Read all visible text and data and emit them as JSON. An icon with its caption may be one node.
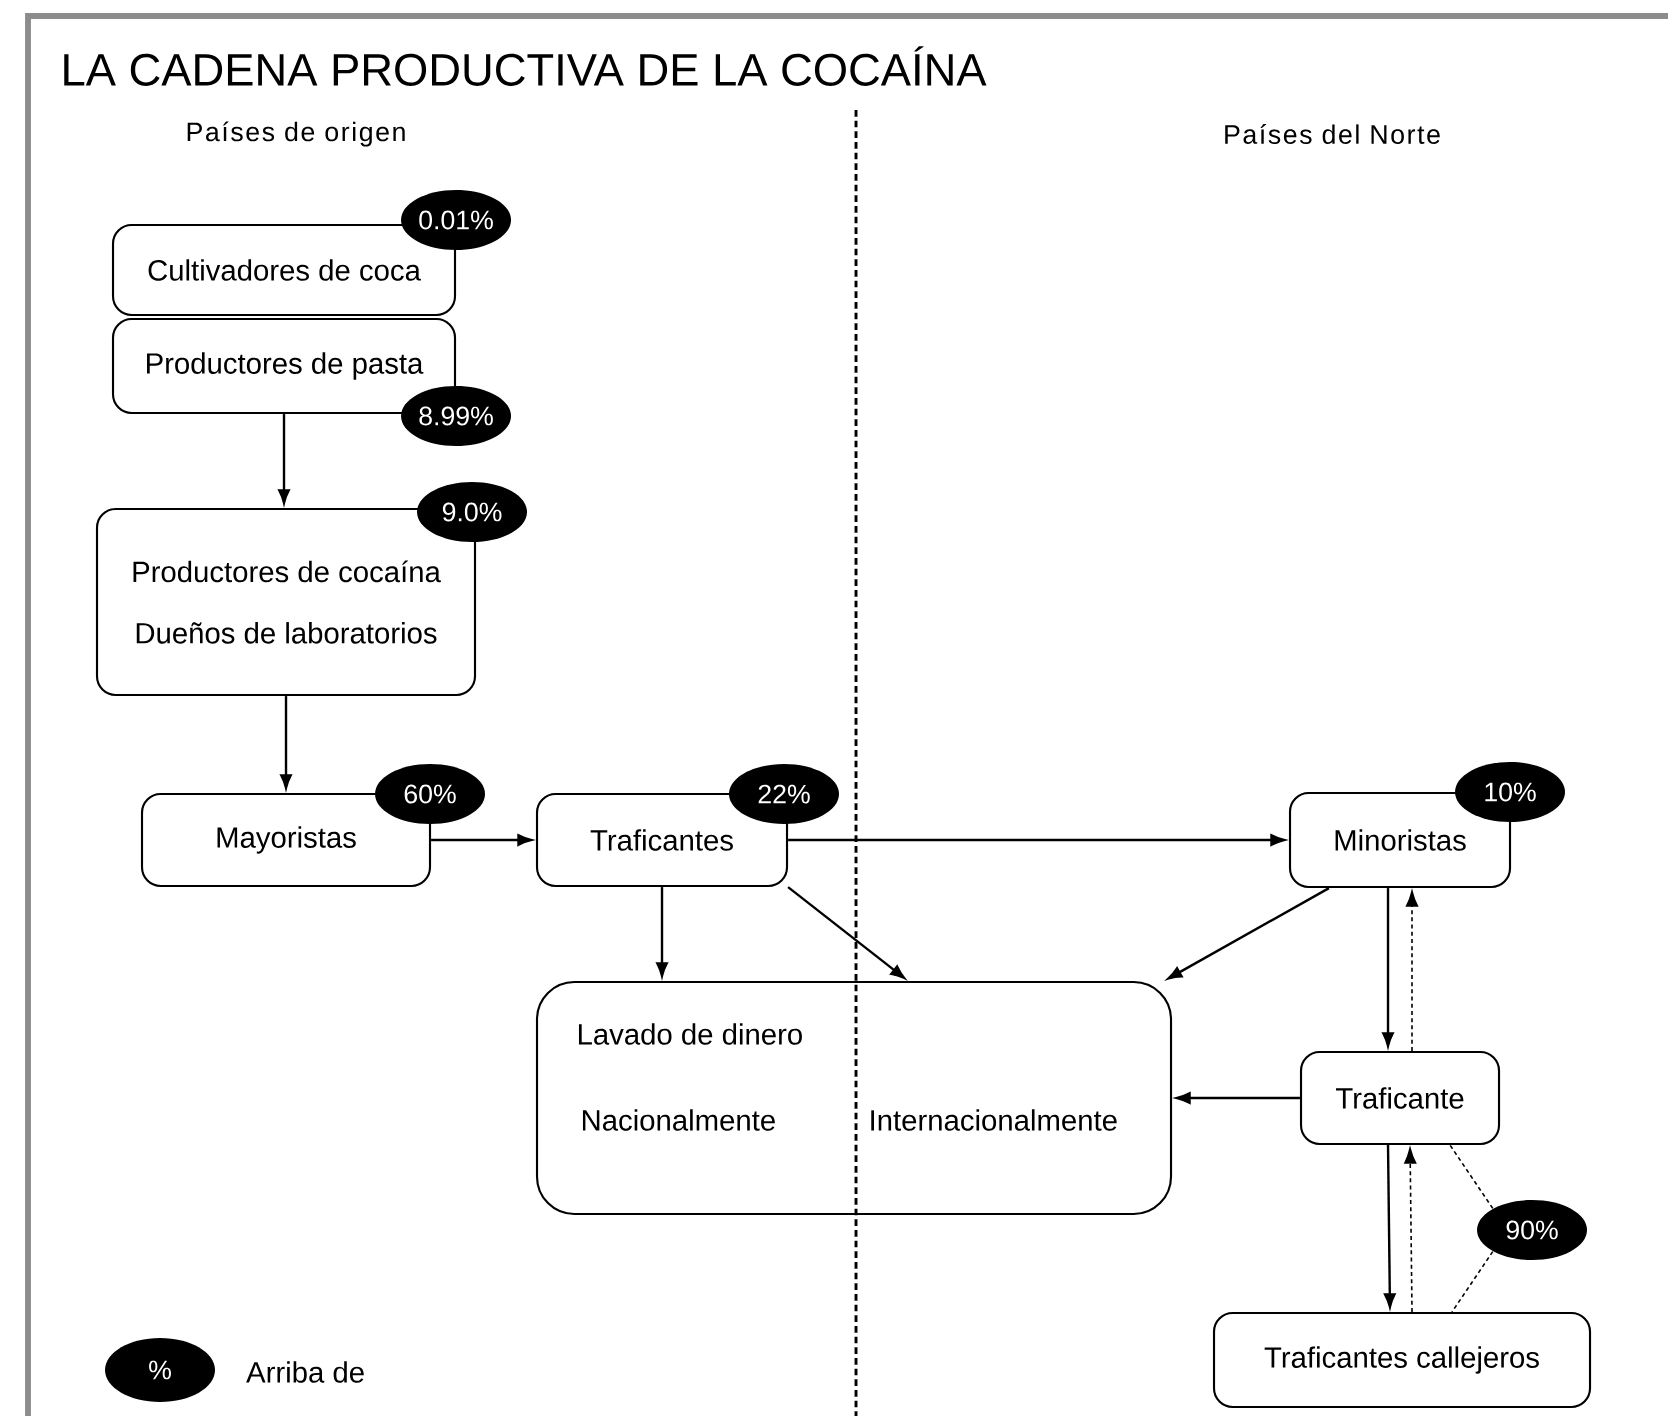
{
  "diagram": {
    "title": "LA CADENA PRODUCTIVA DE LA COCAÍNA",
    "nodes": [
      {
        "text": [
          "Cultivadores de coca"
        ]
      },
      {
        "text": [
          "0.01%"
        ]
      },
      {
        "text": [
          "Productores de pasta"
        ]
      },
      {
        "text": [
          "8.99%"
        ]
      },
      {
        "text": [
          "Productores de cocaína",
          "Dueños de laboratorios"
        ]
      },
      {
        "text": [
          "9.0%"
        ]
      },
      {
        "text": [
          "Mayoristas"
        ]
      },
      {
        "text": [
          "60%"
        ]
      },
      {
        "text": [
          "Traficantes"
        ]
      },
      {
        "text": [
          "22%"
        ]
      },
      {
        "text": [
          "Minoristas"
        ]
      },
      {
        "text": [
          "10%"
        ]
      },
      {
        "text": [
          "Lavado de dinero",
          "Nacionalmente",
          "Internacionalmente"
        ]
      },
      {
        "text": [
          "Traficante"
        ]
      },
      {
        "text": [
          "90%"
        ]
      },
      {
        "text": [
          "Traficantes callejeros"
        ]
      },
      {
        "text": [
          "%"
        ],
        "beside": [
          "Arriba de"
        ]
      }
    ],
    "edges": [
      {
        "from": 2,
        "to": 4,
        "arrow": "to"
      },
      {
        "from": 4,
        "to": 6,
        "arrow": "to"
      },
      {
        "from": 6,
        "to": 8,
        "arrow": "to"
      },
      {
        "from": 8,
        "to": 10,
        "arrow": "to"
      },
      {
        "from": 8,
        "to": 12,
        "arrow": "to"
      },
      {
        "from": 8,
        "to": 12,
        "arrow": "to"
      },
      {
        "from": 10,
        "to": 12,
        "arrow": "to"
      },
      {
        "from": 10,
        "to": 13,
        "arrow": "to"
      },
      {
        "from": 13,
        "to": 10,
        "arrow": "to",
        "style": "dashed"
      },
      {
        "from": 13,
        "to": 12,
        "arrow": "to"
      },
      {
        "from": 13,
        "to": 15,
        "arrow": "to"
      },
      {
        "from": 15,
        "to": 13,
        "arrow": "to",
        "style": "dashed"
      },
      {
        "from": 14,
        "to": 13,
        "arrow": "none",
        "style": "dashed"
      },
      {
        "from": 14,
        "to": 15,
        "arrow": "none",
        "style": "dashed"
      }
    ],
    "labels": [
      "Países de origen",
      "Países del Norte"
    ]
  }
}
